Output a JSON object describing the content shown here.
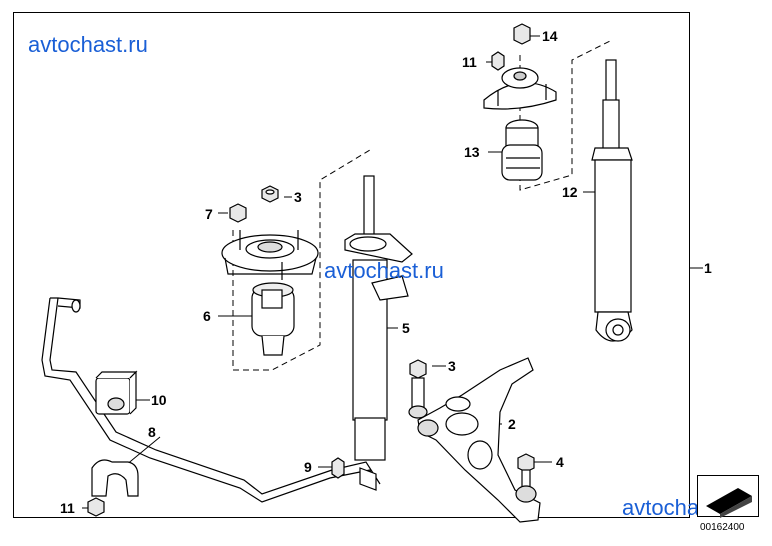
{
  "watermarks": [
    "avtochast.ru",
    "avtochast.ru",
    "avtochast.ru"
  ],
  "callouts": {
    "n1": "1",
    "n2": "2",
    "n3a": "3",
    "n3b": "3",
    "n4": "4",
    "n5": "5",
    "n6": "6",
    "n7": "7",
    "n8": "8",
    "n9": "9",
    "n10": "10",
    "n11a": "11",
    "n11b": "11",
    "n12": "12",
    "n13": "13",
    "n14": "14"
  },
  "diagram_code": "00162400",
  "icons": [
    "strut-mount-icon",
    "shock-absorber-icon",
    "control-arm-icon",
    "stabilizer-bar-icon",
    "bushing-icon",
    "nut-icon",
    "page-corner-icon"
  ]
}
